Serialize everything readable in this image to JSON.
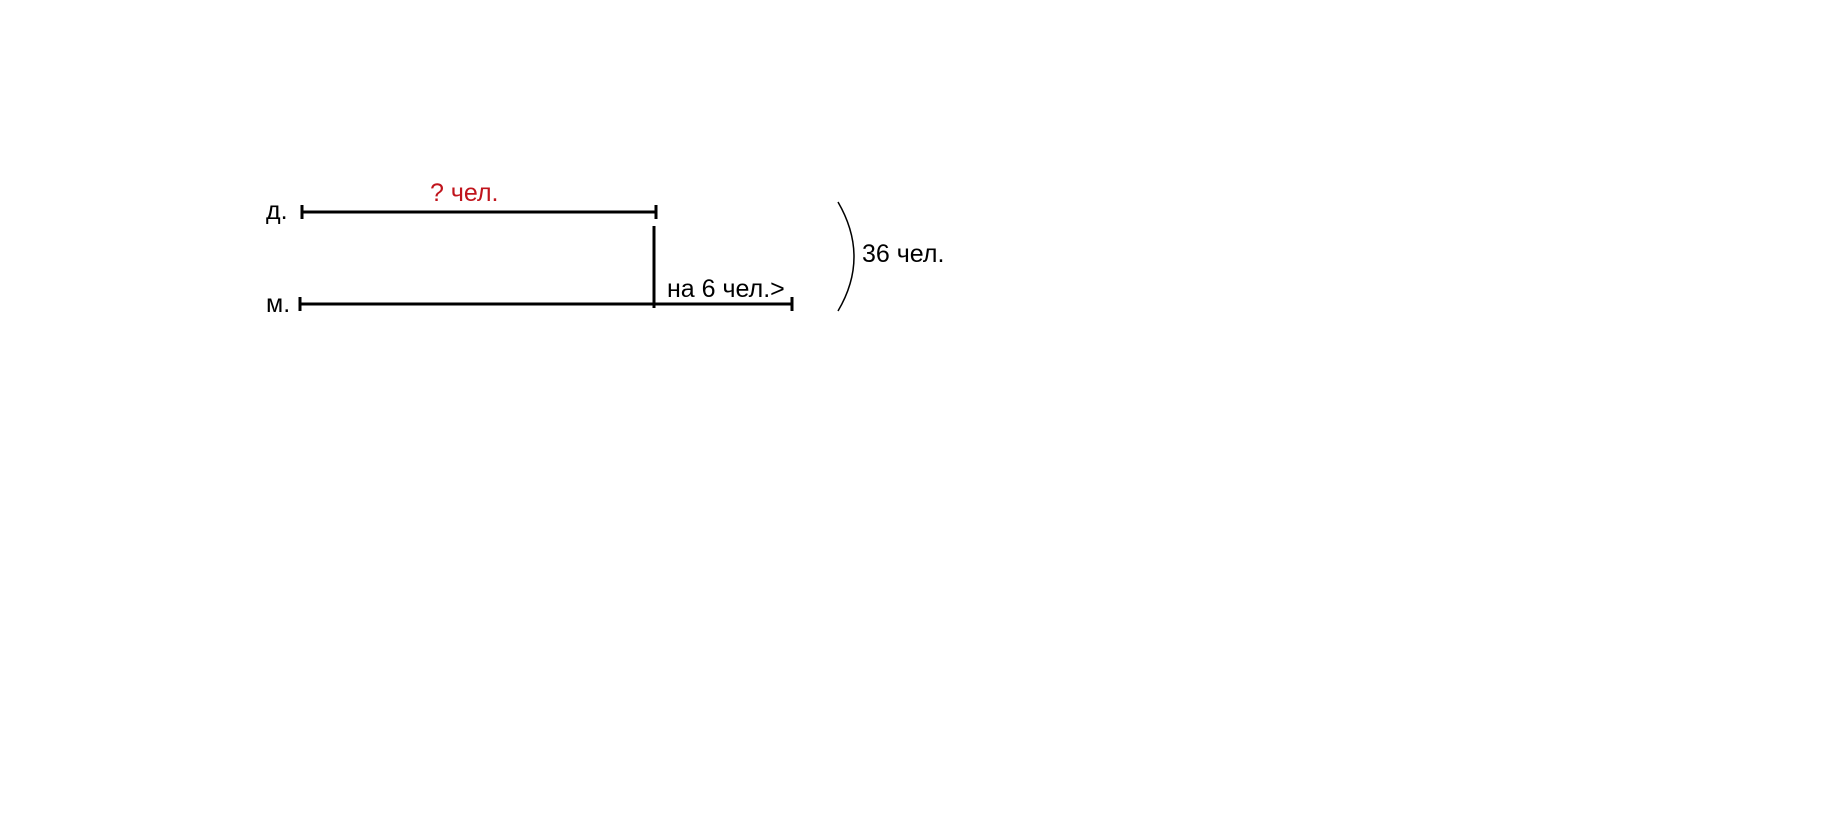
{
  "rows": {
    "girls": {
      "label": "д."
    },
    "boys": {
      "label": "м."
    }
  },
  "annotations": {
    "unknown": "? чел.",
    "difference": "на 6 чел.>",
    "total": "36 чел."
  },
  "colors": {
    "unknown_label": "#c0141c",
    "lines": "#000000",
    "background": "#ffffff"
  }
}
